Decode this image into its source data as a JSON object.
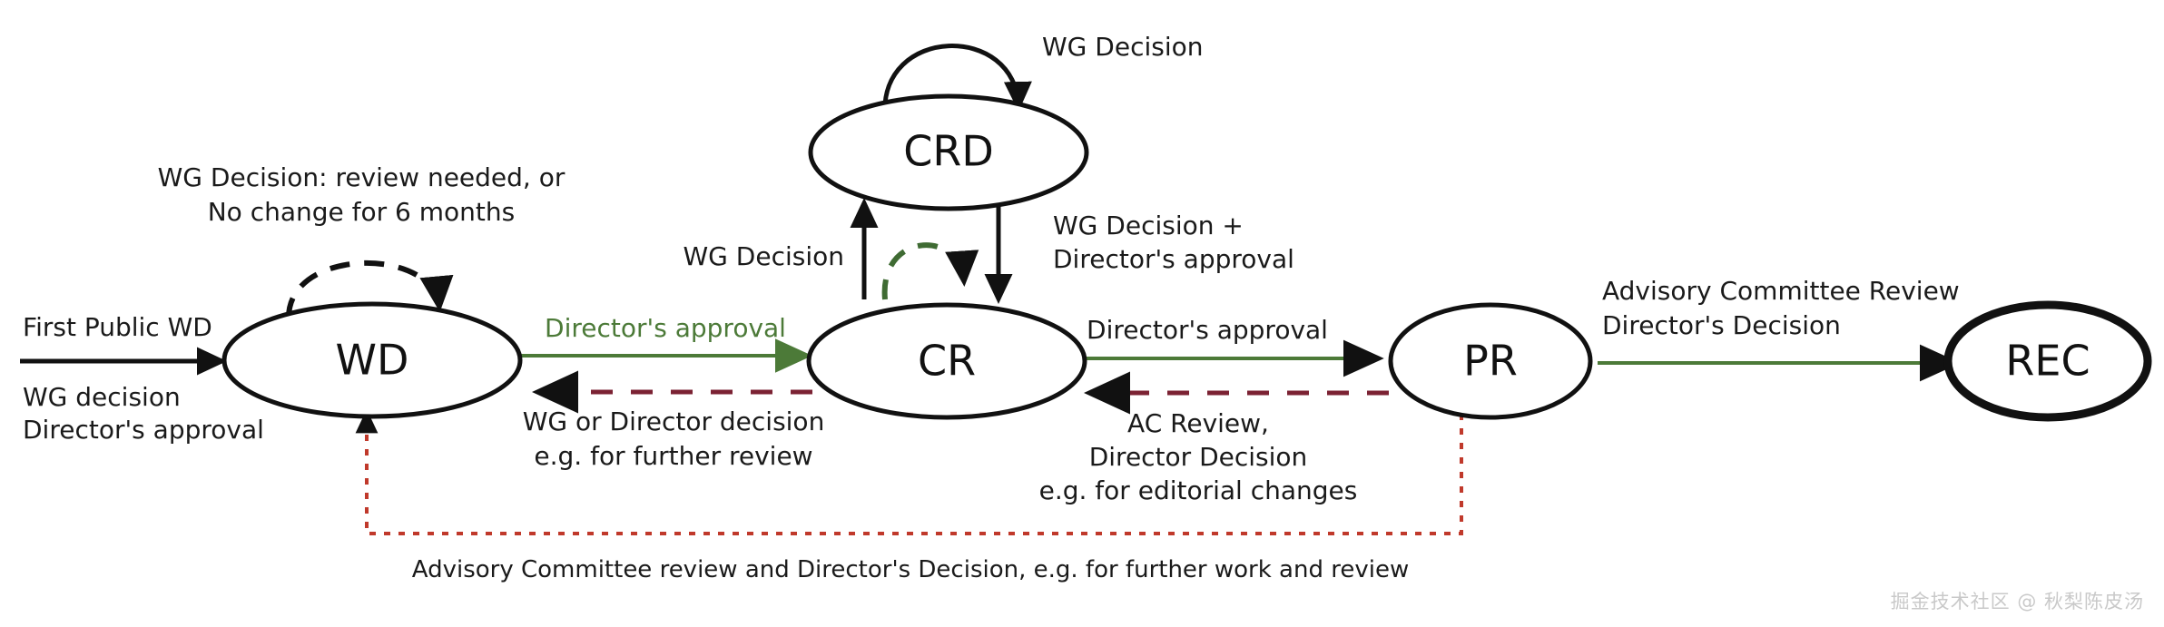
{
  "diagram": {
    "title": "W3C Recommendation Track state diagram",
    "type": "state-machine",
    "colors": {
      "node_stroke": "#111111",
      "green_edge": "#4c7a38",
      "maroon_dashed_edge": "#7b2233",
      "red_dotted_edge": "#c0392b",
      "background": "#ffffff"
    },
    "nodes": [
      {
        "id": "WD",
        "label": "WD",
        "terminal": false
      },
      {
        "id": "CRD",
        "label": "CRD",
        "terminal": false
      },
      {
        "id": "CR",
        "label": "CR",
        "terminal": false
      },
      {
        "id": "PR",
        "label": "PR",
        "terminal": false
      },
      {
        "id": "REC",
        "label": "REC",
        "terminal": true
      }
    ],
    "edges": [
      {
        "id": "entry-to-wd",
        "from": "",
        "to": "WD",
        "style": "solid-black",
        "labels_above": [
          "First Public WD"
        ],
        "labels_below": [
          "WG decision",
          "Director's approval"
        ]
      },
      {
        "id": "wd-self-loop",
        "from": "WD",
        "to": "WD",
        "style": "dashed-black",
        "labels_above": [
          "WG Decision: review needed, or",
          "No change for 6 months"
        ]
      },
      {
        "id": "wd-to-cr",
        "from": "WD",
        "to": "CR",
        "style": "green-solid",
        "labels_above": [
          "Director's approval"
        ],
        "label_color": "green"
      },
      {
        "id": "cr-to-wd",
        "from": "CR",
        "to": "WD",
        "style": "dashed-maroon",
        "labels_below": [
          "WG or Director decision",
          "e.g. for further review"
        ]
      },
      {
        "id": "crd-self-loop",
        "from": "CRD",
        "to": "CRD",
        "style": "solid-black",
        "labels_right": [
          "WG Decision"
        ]
      },
      {
        "id": "cr-to-crd",
        "from": "CR",
        "to": "CRD",
        "style": "solid-black",
        "labels_left": [
          "WG Decision"
        ]
      },
      {
        "id": "crd-to-cr",
        "from": "CRD",
        "to": "CR",
        "style": "solid-black",
        "labels_right": [
          "WG Decision +",
          "Director's approval"
        ]
      },
      {
        "id": "cr-self-loop",
        "from": "CR",
        "to": "CR",
        "style": "dashed-green"
      },
      {
        "id": "cr-to-pr",
        "from": "CR",
        "to": "PR",
        "style": "green-solid",
        "labels_above": [
          "Director's approval"
        ]
      },
      {
        "id": "pr-to-cr",
        "from": "PR",
        "to": "CR",
        "style": "dashed-maroon",
        "labels_below": [
          "AC Review,",
          "Director Decision",
          "e.g. for editorial changes"
        ]
      },
      {
        "id": "pr-to-rec",
        "from": "PR",
        "to": "REC",
        "style": "green-solid",
        "labels_above": [
          "Advisory Committee Review",
          "Director's Decision"
        ]
      },
      {
        "id": "pr-to-wd-feedback",
        "from": "PR",
        "to": "WD",
        "style": "dotted-red",
        "labels_below": [
          "Advisory Committee review and Director's Decision, e.g. for further work and review"
        ]
      }
    ],
    "labels": {
      "entry_top": "First Public WD",
      "entry_bottom_line1": "WG decision",
      "entry_bottom_line2": "Director's approval",
      "wd_loop_line1": "WG Decision: review needed, or",
      "wd_loop_line2": "No change for 6 months",
      "wd_to_cr": "Director's approval",
      "cr_to_wd_line1": "WG or Director decision",
      "cr_to_wd_line2": "e.g. for further review",
      "crd_loop": "WG Decision",
      "cr_to_crd": "WG Decision",
      "crd_to_cr_line1": "WG Decision +",
      "crd_to_cr_line2": "Director's approval",
      "cr_to_pr": "Director's approval",
      "pr_to_cr_line1": "AC Review,",
      "pr_to_cr_line2": "Director Decision",
      "pr_to_cr_line3": "e.g. for editorial changes",
      "pr_to_rec_line1": "Advisory Committee Review",
      "pr_to_rec_line2": "Director's Decision",
      "feedback_bottom": "Advisory Committee review and Director's Decision, e.g. for further work and review"
    },
    "node_labels": {
      "wd": "WD",
      "crd": "CRD",
      "cr": "CR",
      "pr": "PR",
      "rec": "REC"
    },
    "watermark": "掘金技术社区 @ 秋梨陈皮汤"
  }
}
